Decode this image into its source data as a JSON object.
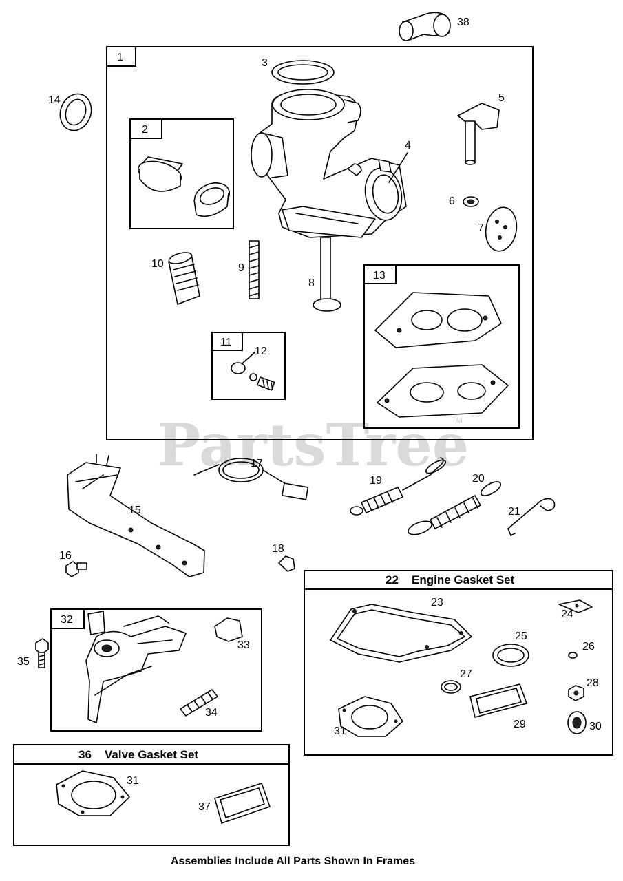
{
  "watermark": {
    "text": "PartsTree",
    "tm": "TM"
  },
  "frames": {
    "f1": "1",
    "f2": "2",
    "f11": "11",
    "f13": "13",
    "f32": "32",
    "f22_num": "22",
    "f22_title": "Engine Gasket Set",
    "f36_num": "36",
    "f36_title": "Valve Gasket Set"
  },
  "labels": {
    "p3": "3",
    "p4": "4",
    "p5": "5",
    "p6": "6",
    "p7": "7",
    "p8": "8",
    "p9": "9",
    "p10": "10",
    "p12": "12",
    "p14": "14",
    "p15": "15",
    "p16": "16",
    "p17": "17",
    "p18": "18",
    "p19": "19",
    "p20": "20",
    "p21": "21",
    "p23": "23",
    "p24": "24",
    "p25": "25",
    "p26": "26",
    "p27": "27",
    "p28": "28",
    "p29": "29",
    "p30": "30",
    "p31a": "31",
    "p33": "33",
    "p34": "34",
    "p35": "35",
    "p31b": "31",
    "p37": "37",
    "p38": "38"
  },
  "footer": "Assemblies Include All Parts Shown In Frames"
}
